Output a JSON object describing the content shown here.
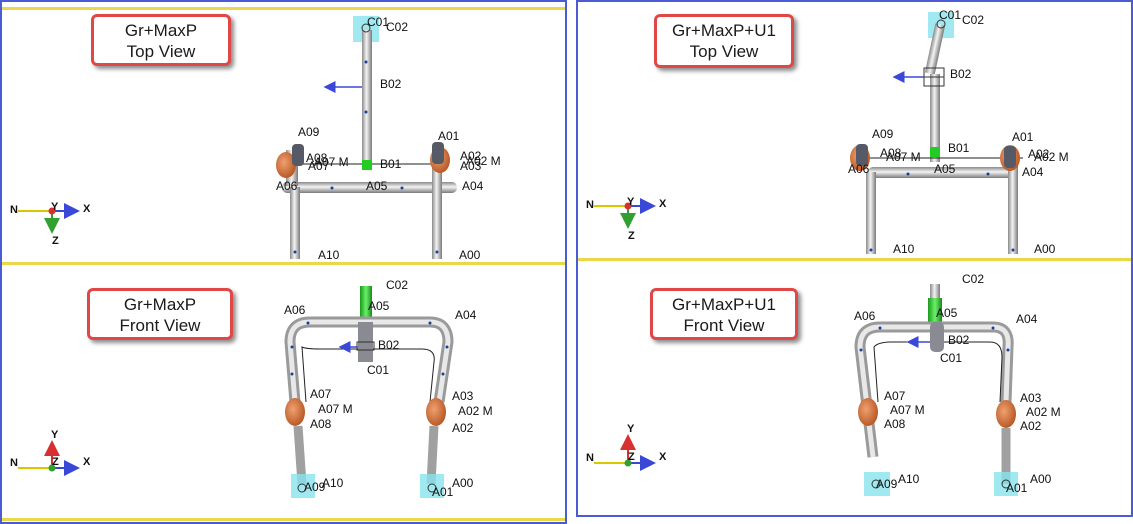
{
  "colors": {
    "panel_border": "#4a5bd4",
    "divider": "#e8d84a",
    "title_border": "#e04848",
    "pipe": "#c8c8c8",
    "valve": "#d0672f",
    "anchor_highlight": "#88e4ee",
    "node_marker": "#22cc22",
    "axis_x": "#3a48d8",
    "axis_y": "#d83030",
    "axis_z": "#30a030",
    "axis_n": "#d8c800"
  },
  "left_panel": {
    "top_view": {
      "title_line1": "Gr+MaxP",
      "title_line2": "Top View",
      "labels": {
        "c01": "C01",
        "c02": "C02",
        "b02": "B02",
        "a09": "A09",
        "a08": "A08",
        "a07m": "A07 M",
        "a07": "A07",
        "b01": "B01",
        "a06": "A06",
        "a05": "A05",
        "a01": "A01",
        "a02": "A02",
        "a02m": "A02 M",
        "a03": "A03",
        "a04": "A04",
        "a10": "A10",
        "a00": "A00"
      },
      "axes": {
        "n": "N",
        "y": "Y",
        "x": "X",
        "z": "Z"
      }
    },
    "front_view": {
      "title_line1": "Gr+MaxP",
      "title_line2": "Front View",
      "labels": {
        "c02": "C02",
        "a05": "A05",
        "a06": "A06",
        "a04": "A04",
        "b02": "B02",
        "c01": "C01",
        "a07": "A07",
        "a07m": "A07 M",
        "a08": "A08",
        "a03": "A03",
        "a02m": "A02 M",
        "a02": "A02",
        "a09": "A09",
        "a10": "A10",
        "a01": "A01",
        "a00": "A00"
      },
      "axes": {
        "y": "Y",
        "n": "N",
        "z": "Z",
        "x": "X"
      }
    }
  },
  "right_panel": {
    "top_view": {
      "title_line1": "Gr+MaxP+U1",
      "title_line2": "Top View",
      "labels": {
        "c01": "C01",
        "c02": "C02",
        "b02": "B02",
        "a09": "A09",
        "a08": "A08",
        "a07m": "A07 M",
        "b01": "B01",
        "a06": "A06",
        "a05": "A05",
        "a01": "A01",
        "a02": "A02",
        "a02m": "A02 M",
        "a04": "A04",
        "a10": "A10",
        "a00": "A00"
      },
      "axes": {
        "n": "N",
        "y": "Y",
        "x": "X",
        "z": "Z"
      }
    },
    "front_view": {
      "title_line1": "Gr+MaxP+U1",
      "title_line2": "Front View",
      "labels": {
        "c02": "C02",
        "a05": "A05",
        "a06": "A06",
        "a04": "A04",
        "b02": "B02",
        "c01": "C01",
        "a07": "A07",
        "a07m": "A07 M",
        "a08": "A08",
        "a03": "A03",
        "a02m": "A02 M",
        "a02": "A02",
        "a09": "A09",
        "a10": "A10",
        "a01": "A01",
        "a00": "A00"
      },
      "axes": {
        "y": "Y",
        "n": "N",
        "z": "Z",
        "x": "X"
      }
    }
  }
}
